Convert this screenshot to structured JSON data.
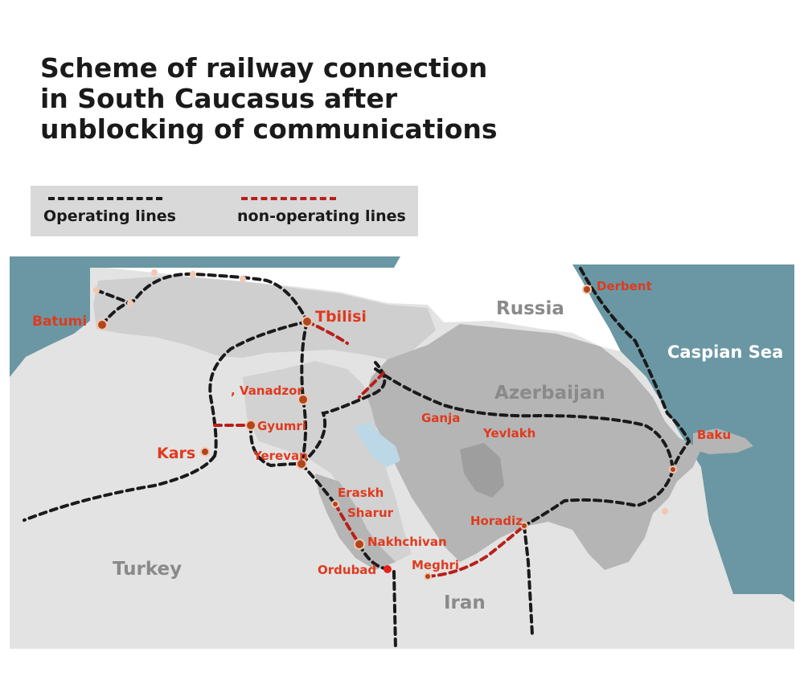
{
  "title": {
    "line1": "Scheme of railway connection",
    "line2": "in South Caucasus after",
    "line3": "unblocking of communications"
  },
  "legend": {
    "operating": "Operating lines",
    "non_operating": "non-operating lines"
  },
  "colors": {
    "sea": "#6a97a3",
    "land_light": "#e3e3e3",
    "land_mid": "#cfcfcf",
    "land_dark": "#b5b5b5",
    "russia": "#ffffff",
    "lake": "#bcd8e6",
    "operating_line": "#1a1a1a",
    "non_operating_line": "#b8201a",
    "city_label": "#e03a1e",
    "country_label": "#8a8a8a"
  },
  "countries": {
    "russia": "Russia",
    "azerbaijan": "Azerbaijan",
    "turkey": "Turkey",
    "iran": "Iran",
    "caspian": "Caspian Sea"
  },
  "cities": {
    "batumi": "Batumi",
    "tbilisi": "Tbilisi",
    "vanadzor": ", Vanadzor",
    "gyumri": "Gyumri",
    "kars": "Kars",
    "yerevan": "Yerevan",
    "eraskh": "Eraskh",
    "sharur": "Sharur",
    "nakhchivan": "Nakhchivan",
    "ordubad": "Ordubad",
    "meghri": "Meghri",
    "horadiz": "Horadiz",
    "ganja": "Ganja",
    "yevlakh": "Yevlakh",
    "baku": "Baku",
    "derbent": "Derbent"
  }
}
